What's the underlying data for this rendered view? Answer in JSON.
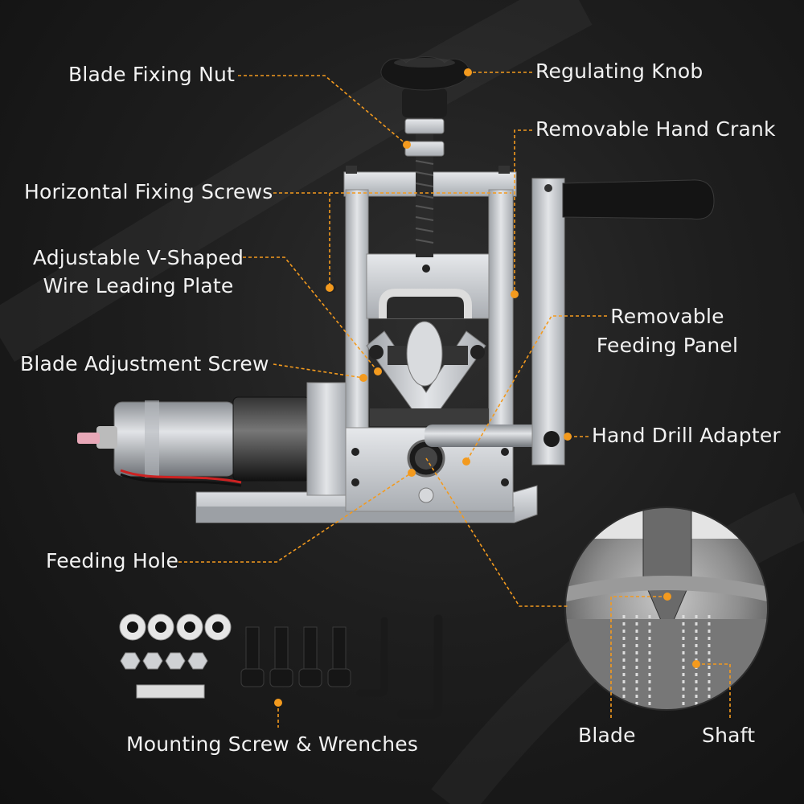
{
  "labels": {
    "blade_fixing_nut": "Blade Fixing Nut",
    "regulating_knob": "Regulating Knob",
    "removable_hand_crank": "Removable Hand Crank",
    "horizontal_fixing_screws": "Horizontal Fixing Screws",
    "adjustable_plate_line1": "Adjustable V-Shaped",
    "adjustable_plate_line2": "Wire Leading Plate",
    "blade_adjustment_screw": "Blade Adjustment Screw",
    "removable_feeding_panel_line1": "Removable",
    "removable_feeding_panel_line2": "Feeding Panel",
    "hand_drill_adapter": "Hand Drill Adapter",
    "feeding_hole": "Feeding Hole",
    "mounting_screw_wrenches": "Mounting Screw & Wrenches",
    "blade": "Blade",
    "shaft": "Shaft"
  },
  "colors": {
    "accent": "#f39a1e",
    "background": "#1a1a1a",
    "metal": "#c9ccd0",
    "label_text": "#f2f2f2"
  }
}
